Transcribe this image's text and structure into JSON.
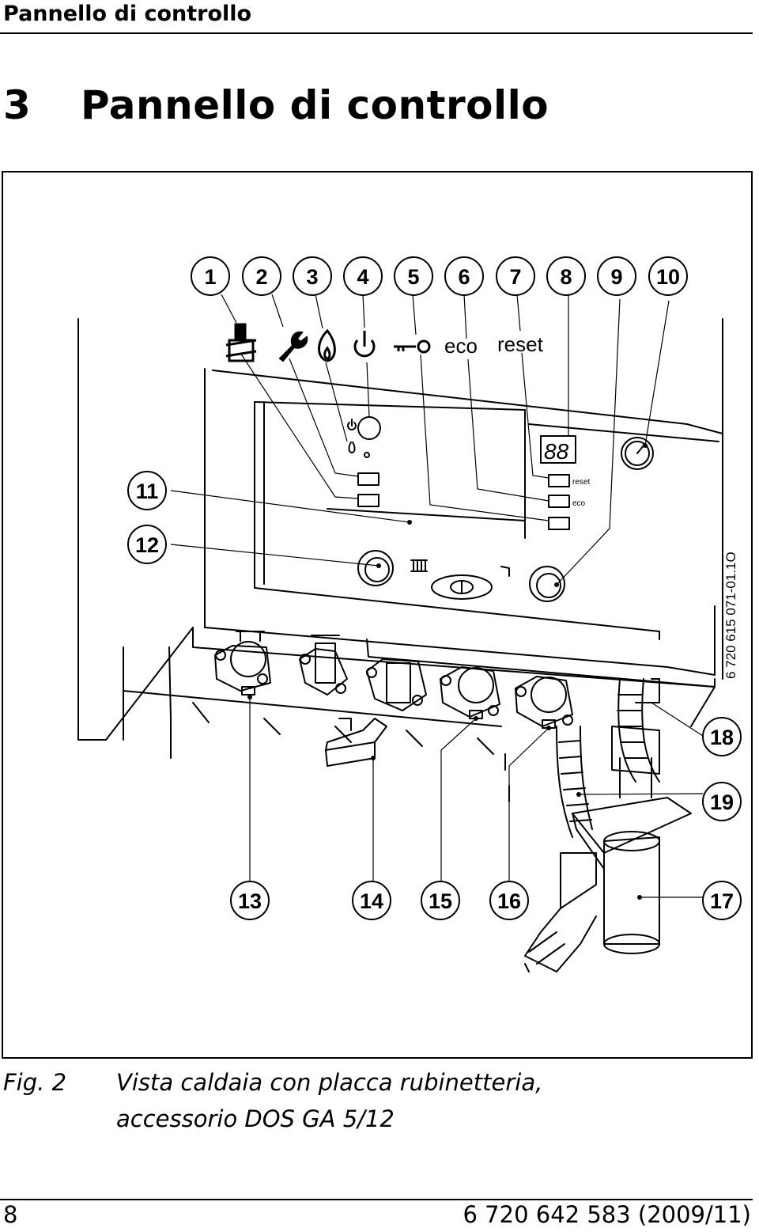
{
  "header": {
    "running_title": "Pannello di controllo"
  },
  "chapter": {
    "number": "3",
    "title": "Pannello di controllo"
  },
  "figure": {
    "callouts_top": [
      "1",
      "2",
      "3",
      "4",
      "5",
      "6",
      "7",
      "8",
      "9",
      "10"
    ],
    "callouts_left": [
      "11",
      "12"
    ],
    "callouts_right": [
      "18",
      "19"
    ],
    "callouts_bottom": [
      "13",
      "14",
      "15",
      "16",
      "17"
    ],
    "symbol_labels": {
      "eco": "eco",
      "reset": "reset"
    },
    "panel_labels": {
      "reset": "reset",
      "eco": "eco",
      "display": "88"
    },
    "drawing_number": "6 720 615 071-01.1O",
    "icons": [
      "chimney-sweep-icon",
      "wrench-icon",
      "flame-icon",
      "power-icon",
      "key-icon"
    ]
  },
  "caption": {
    "label": "Fig. 2",
    "line1": "Vista caldaia con placca rubinetteria,",
    "line2": "accessorio DOS GA 5/12"
  },
  "footer": {
    "page": "8",
    "doc_number": "6 720 642 583 (2009/11)"
  }
}
